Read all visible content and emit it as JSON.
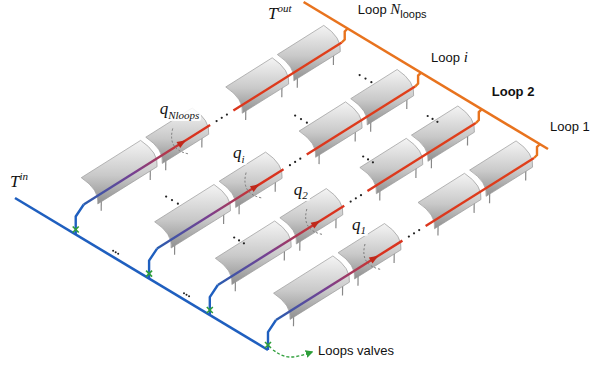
{
  "diagram": {
    "labels": [
      "T",
      "out",
      "Loop ",
      "N",
      "loops",
      "Loop ",
      "i",
      "Loop 2",
      "Loop 1",
      "q",
      "N",
      "loops",
      "q",
      "i",
      "q",
      "2",
      "q",
      "1",
      "T",
      "in",
      "Loops valves"
    ]
  }
}
